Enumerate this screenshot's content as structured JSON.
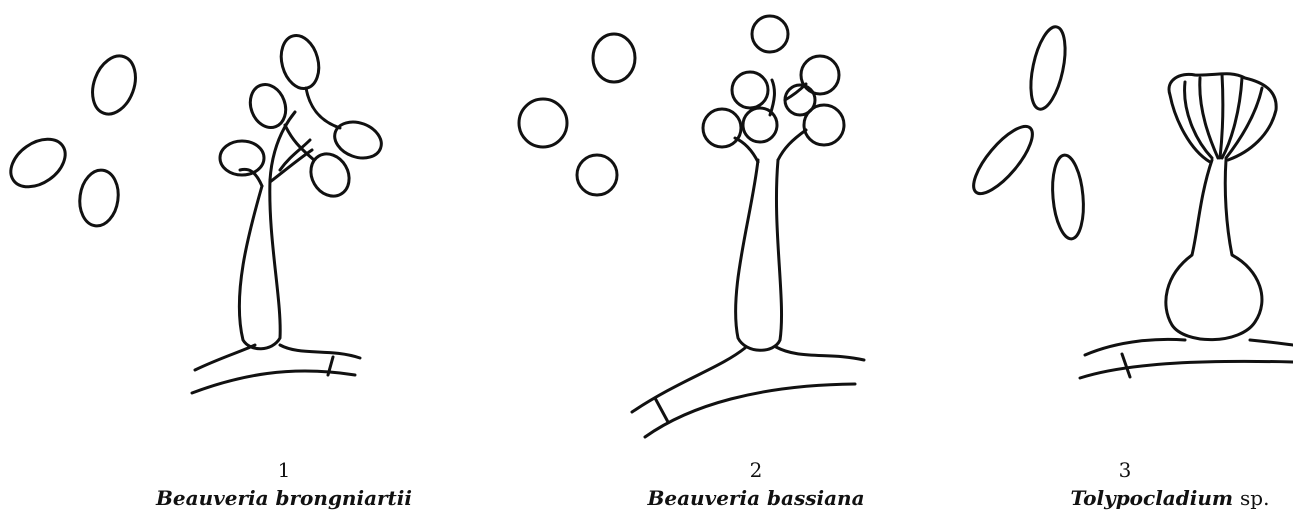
{
  "panels": [
    {
      "number": "1",
      "genus": "Beauveria",
      "epithet": "brongniartii",
      "suffix": ""
    },
    {
      "number": "2",
      "genus": "Beauveria",
      "epithet": "bassiana",
      "suffix": ""
    },
    {
      "number": "3",
      "genus": "Tolypocladium",
      "epithet": "",
      "suffix": "sp."
    }
  ],
  "colors": {
    "ink": "#111111",
    "background": "#ffffff"
  }
}
